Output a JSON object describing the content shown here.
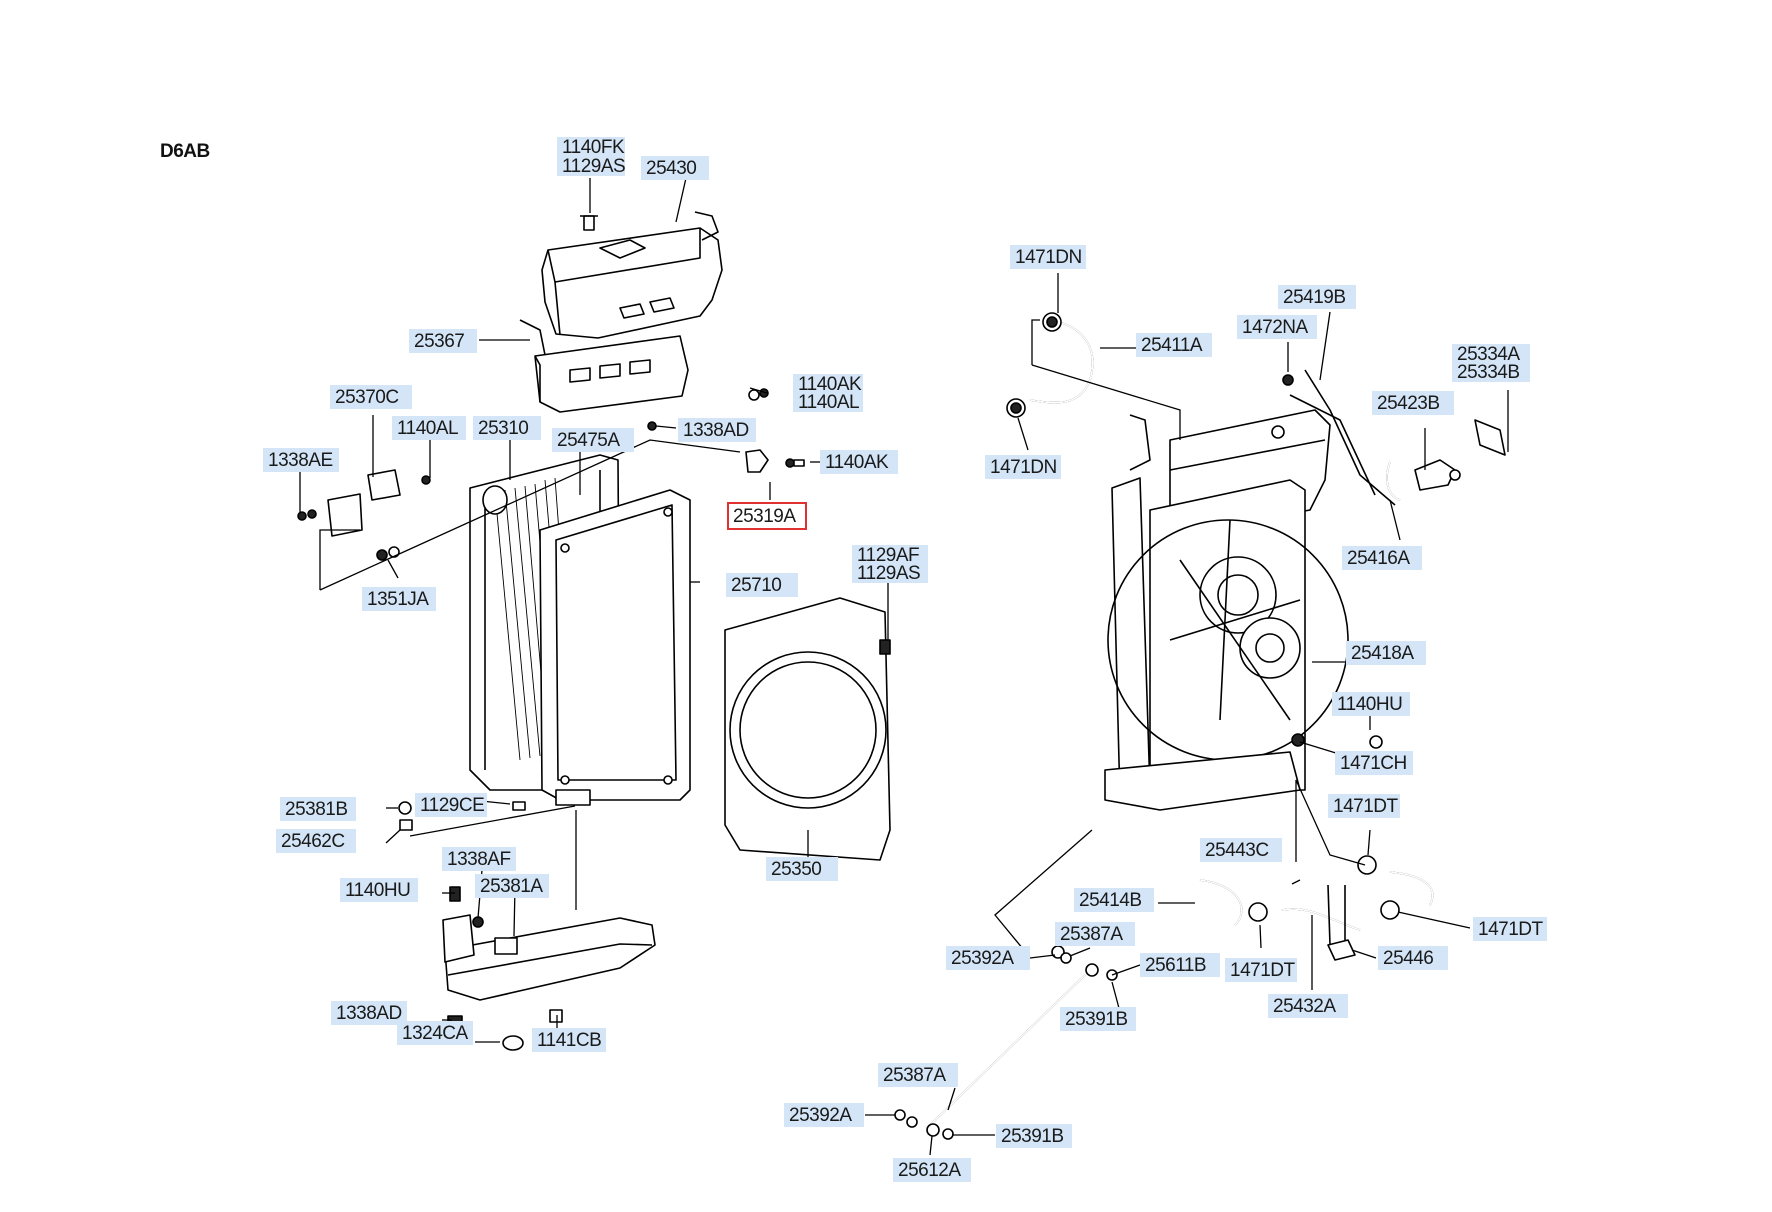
{
  "diagram": {
    "engine_code": "D6AB",
    "highlighted_part": "25319A",
    "parts": [
      "1140FK",
      "1129AS",
      "25430",
      "25367",
      "25370C",
      "1140AL",
      "1338AE",
      "1140AK",
      "1140AL",
      "1338AD",
      "25310",
      "25475A",
      "25319A",
      "1351JA",
      "25710",
      "1129AF",
      "1129AS",
      "1140AK",
      "25381B",
      "1129CE",
      "25462C",
      "1338AF",
      "1140HU",
      "25381A",
      "1338AD",
      "1324CA",
      "1141CB",
      "25350",
      "1471DN",
      "1471DN",
      "25411A",
      "1472NA",
      "25419B",
      "25334A",
      "25334B",
      "25423B",
      "25416A",
      "25418A",
      "1140HU",
      "1471CH",
      "1471DT",
      "25443C",
      "25414B",
      "25387A",
      "25392A",
      "25611B",
      "25391B",
      "1471DT",
      "25432A",
      "25446",
      "1471DT",
      "25387A",
      "25392A",
      "25391B",
      "25612A"
    ]
  },
  "colors": {
    "label_bg": "#d3e5f7",
    "highlight_border": "#e03030",
    "line": "#000000"
  }
}
